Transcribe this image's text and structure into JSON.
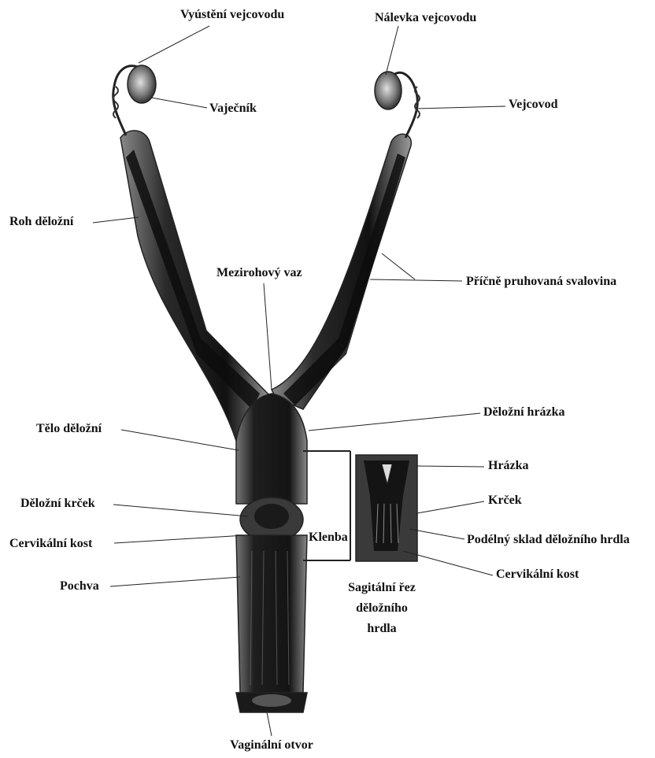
{
  "labels": {
    "vyusteni_vejcovodu": "Vyústění vejcovodu",
    "nalevka_vejcovodu": "Nálevka vejcovodu",
    "vajecnik": "Vaječník",
    "vejcovod": "Vejcovod",
    "roh_delozni": "Roh děložní",
    "mezirohovy_vaz": "Mezirohový vaz",
    "pricne_pruhovana": "Příčně pruhovaná svalovina",
    "delozni_hrazka": "Děložní hrázka",
    "telo_delozni": "Tělo děložní",
    "hrazka": "Hrázka",
    "delozni_krcek": "Děložní krček",
    "krcek": "Krček",
    "cervikalni_kost_left": "Cervikální kost",
    "klenba": "Klenba",
    "podelny_sklad": "Podélný sklad děložního hrdla",
    "cervikalni_kost_right": "Cervikální kost",
    "pochva": "Pochva",
    "sagitalni_rez_1": "Sagitální řez",
    "sagitalni_rez_2": "děložního",
    "sagitalni_rez_3": "hrdla",
    "vaginalni_otvor": "Vaginální otvor"
  },
  "colors": {
    "tissue_dark": "#1a1a1a",
    "tissue_mid": "#555555",
    "tissue_light": "#bdbdbd",
    "line": "#222222"
  }
}
